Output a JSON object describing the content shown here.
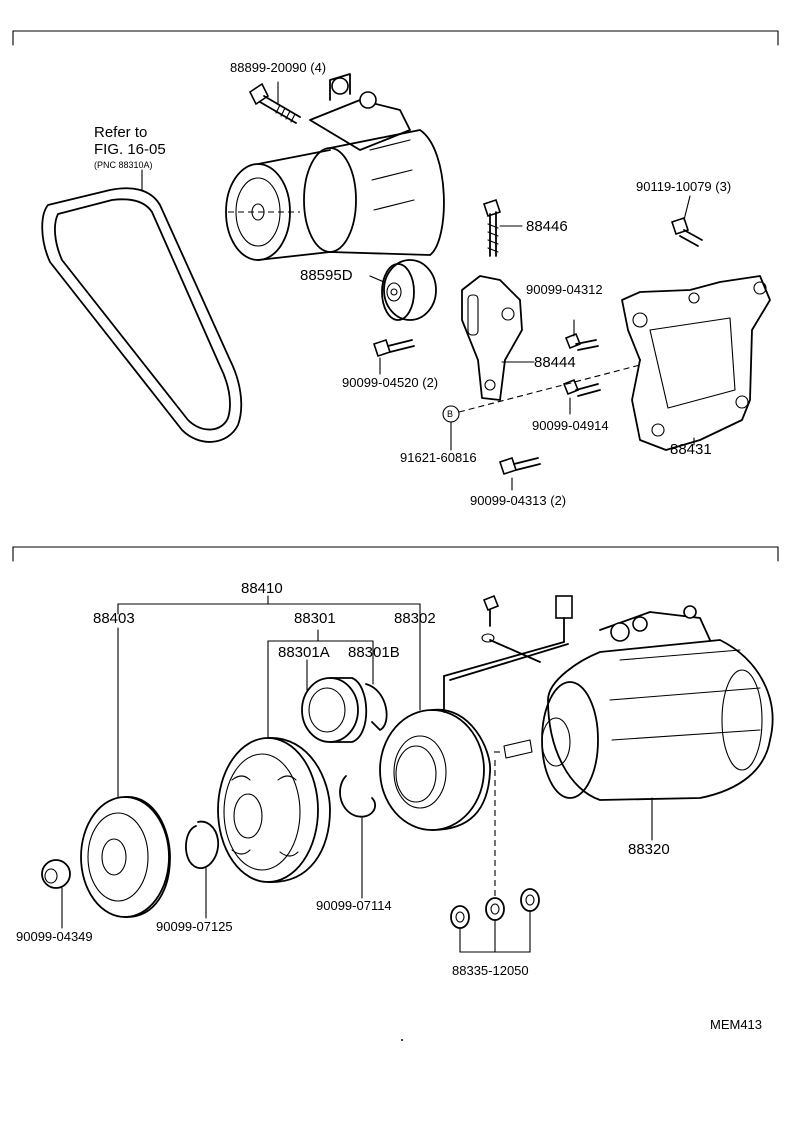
{
  "diagram": {
    "upper": {
      "refer": {
        "line1": "Refer to",
        "line2": "FIG. 16-05",
        "line3": "(PNC 88310A)"
      },
      "parts": {
        "p88899": "88899-20090 (4)",
        "p90119": "90119-10079 (3)",
        "p88446": "88446",
        "p88595d": "88595D",
        "p90099_04312": "90099-04312",
        "p88444": "88444",
        "p90099_04520": "90099-04520 (2)",
        "p90099_04914": "90099-04914",
        "marker_b": "B",
        "p91621": "91621-60816",
        "p88431": "88431",
        "p90099_04313": "90099-04313 (2)"
      }
    },
    "lower": {
      "parts": {
        "p88410": "88410",
        "p88403": "88403",
        "p88301": "88301",
        "p88302": "88302",
        "p88301a": "88301A",
        "p88301b": "88301B",
        "p88320": "88320",
        "p90099_04349": "90099-04349",
        "p90099_07125": "90099-07125",
        "p90099_07114": "90099-07114",
        "p88335": "88335-12050"
      },
      "code": "MEM413"
    }
  }
}
